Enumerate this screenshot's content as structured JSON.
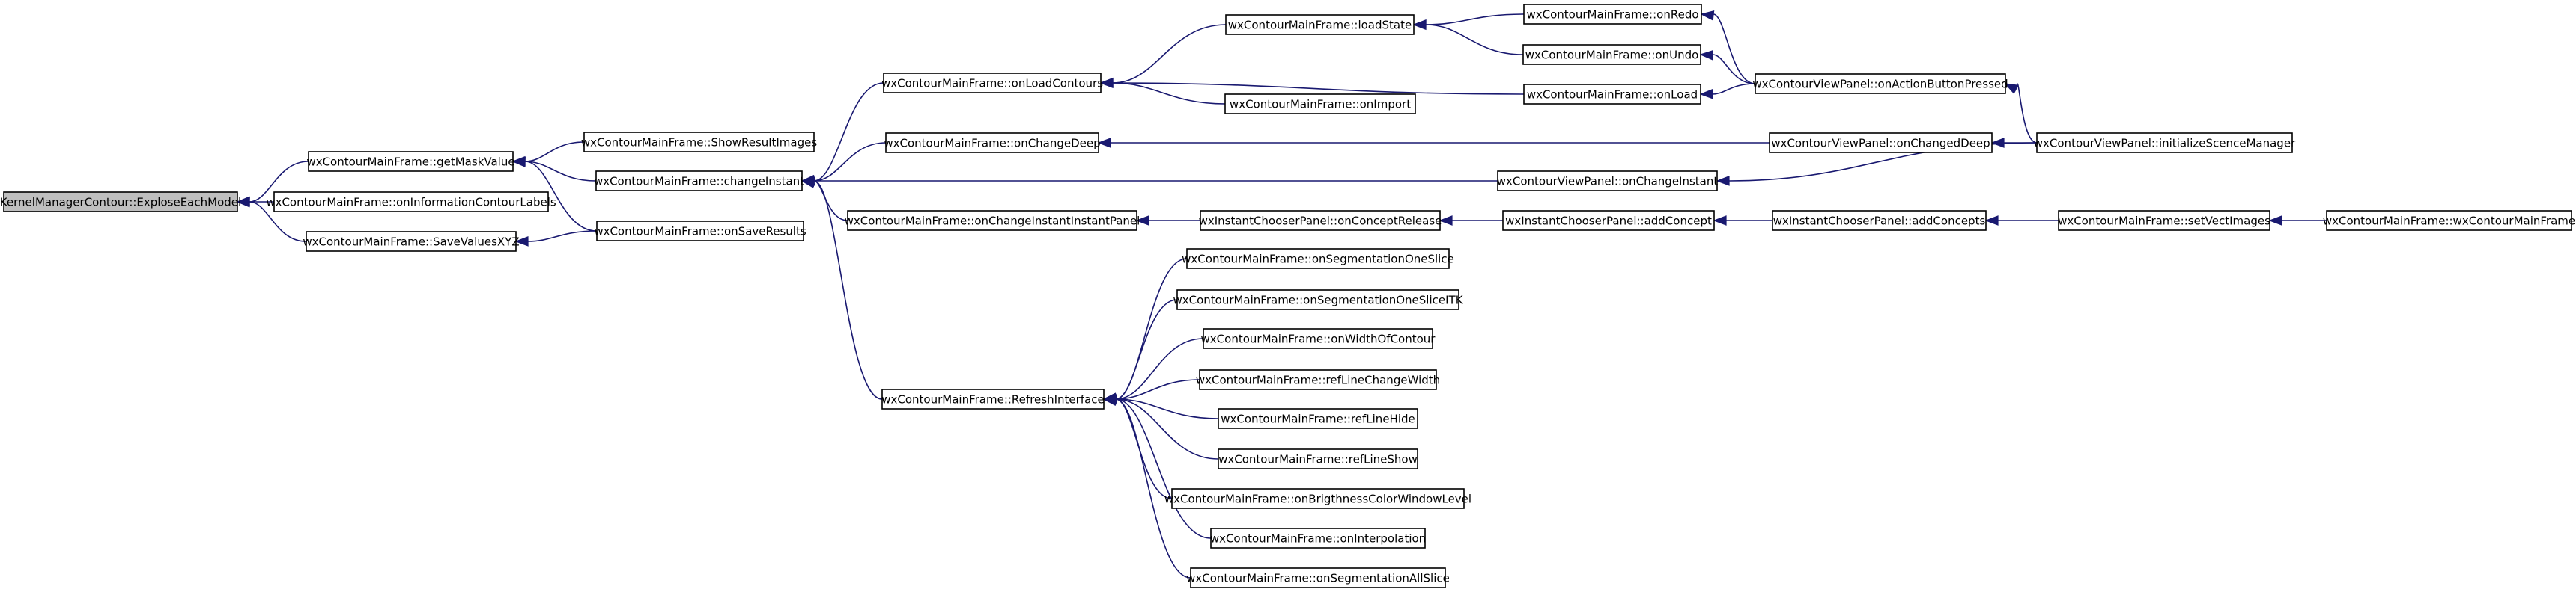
{
  "graph": {
    "colors": {
      "edge": "#191970",
      "node_border": "#000000",
      "root_fill": "#bfbfbf",
      "node_fill": "#ffffff"
    },
    "nodes": [
      {
        "id": "explose",
        "label": "KernelManagerContour::ExploseEachModel",
        "root": true
      },
      {
        "id": "getMaskValue",
        "label": "wxContourMainFrame::getMaskValue"
      },
      {
        "id": "onInfoLabels",
        "label": "wxContourMainFrame::onInformationContourLabels"
      },
      {
        "id": "saveValuesXYZ",
        "label": "wxContourMainFrame::SaveValuesXYZ"
      },
      {
        "id": "showResultImages",
        "label": "wxContourMainFrame::ShowResultImages"
      },
      {
        "id": "changeInstant",
        "label": "wxContourMainFrame::changeInstant"
      },
      {
        "id": "onSaveResults",
        "label": "wxContourMainFrame::onSaveResults"
      },
      {
        "id": "onLoadContours",
        "label": "wxContourMainFrame::onLoadContours"
      },
      {
        "id": "onChangeDeep",
        "label": "wxContourMainFrame::onChangeDeep"
      },
      {
        "id": "onChangeInstantPanel",
        "label": "wxContourMainFrame::onChangeInstantInstantPanel"
      },
      {
        "id": "refreshInterface",
        "label": "wxContourMainFrame::RefreshInterface"
      },
      {
        "id": "loadState",
        "label": "wxContourMainFrame::loadState"
      },
      {
        "id": "onImport",
        "label": "wxContourMainFrame::onImport"
      },
      {
        "id": "onRedo",
        "label": "wxContourMainFrame::onRedo"
      },
      {
        "id": "onUndo",
        "label": "wxContourMainFrame::onUndo"
      },
      {
        "id": "onLoad",
        "label": "wxContourMainFrame::onLoad"
      },
      {
        "id": "onActionButton",
        "label": "wxContourViewPanel::onActionButtonPressed"
      },
      {
        "id": "onChangedDeep",
        "label": "wxContourViewPanel::onChangedDeep"
      },
      {
        "id": "initScence",
        "label": "wxContourViewPanel::initializeScenceManager"
      },
      {
        "id": "viewOnChangeInstant",
        "label": "wxContourViewPanel::onChangeInstant"
      },
      {
        "id": "onConceptRelease",
        "label": "wxInstantChooserPanel::onConceptRelease"
      },
      {
        "id": "addConcept",
        "label": "wxInstantChooserPanel::addConcept"
      },
      {
        "id": "addConcepts",
        "label": "wxInstantChooserPanel::addConcepts"
      },
      {
        "id": "setVectImages",
        "label": "wxContourMainFrame::setVectImages"
      },
      {
        "id": "ctor",
        "label": "wxContourMainFrame::wxContourMainFrame"
      },
      {
        "id": "segOneSlice",
        "label": "wxContourMainFrame::onSegmentationOneSlice"
      },
      {
        "id": "segOneSliceITK",
        "label": "wxContourMainFrame::onSegmentationOneSliceITK"
      },
      {
        "id": "widthOfContour",
        "label": "wxContourMainFrame::onWidthOfContour"
      },
      {
        "id": "refLineChangeWidth",
        "label": "wxContourMainFrame::refLineChangeWidth"
      },
      {
        "id": "refLineHide",
        "label": "wxContourMainFrame::refLineHide"
      },
      {
        "id": "refLineShow",
        "label": "wxContourMainFrame::refLineShow"
      },
      {
        "id": "brightness",
        "label": "wxContourMainFrame::onBrigthnessColorWindowLevel"
      },
      {
        "id": "interpolation",
        "label": "wxContourMainFrame::onInterpolation"
      },
      {
        "id": "segAllSlice",
        "label": "wxContourMainFrame::onSegmentationAllSlice"
      }
    ],
    "edges": [
      {
        "from": "getMaskValue",
        "to": "explose"
      },
      {
        "from": "onInfoLabels",
        "to": "explose"
      },
      {
        "from": "saveValuesXYZ",
        "to": "explose"
      },
      {
        "from": "showResultImages",
        "to": "getMaskValue"
      },
      {
        "from": "changeInstant",
        "to": "getMaskValue"
      },
      {
        "from": "onSaveResults",
        "to": "getMaskValue"
      },
      {
        "from": "onSaveResults",
        "to": "saveValuesXYZ"
      },
      {
        "from": "onLoadContours",
        "to": "changeInstant"
      },
      {
        "from": "onChangeDeep",
        "to": "changeInstant"
      },
      {
        "from": "viewOnChangeInstant",
        "to": "changeInstant"
      },
      {
        "from": "onChangeInstantPanel",
        "to": "changeInstant"
      },
      {
        "from": "refreshInterface",
        "to": "changeInstant"
      },
      {
        "from": "loadState",
        "to": "onLoadContours"
      },
      {
        "from": "onLoad",
        "to": "onLoadContours"
      },
      {
        "from": "onImport",
        "to": "onLoadContours"
      },
      {
        "from": "onRedo",
        "to": "loadState"
      },
      {
        "from": "onUndo",
        "to": "loadState"
      },
      {
        "from": "onActionButton",
        "to": "onRedo"
      },
      {
        "from": "onActionButton",
        "to": "onUndo"
      },
      {
        "from": "onActionButton",
        "to": "onLoad"
      },
      {
        "from": "initScence",
        "to": "onActionButton"
      },
      {
        "from": "onChangedDeep",
        "to": "onChangeDeep"
      },
      {
        "from": "initScence",
        "to": "onChangedDeep"
      },
      {
        "from": "initScence",
        "to": "viewOnChangeInstant"
      },
      {
        "from": "onConceptRelease",
        "to": "onChangeInstantPanel"
      },
      {
        "from": "addConcept",
        "to": "onConceptRelease"
      },
      {
        "from": "addConcepts",
        "to": "addConcept"
      },
      {
        "from": "setVectImages",
        "to": "addConcepts"
      },
      {
        "from": "ctor",
        "to": "setVectImages"
      },
      {
        "from": "segOneSlice",
        "to": "refreshInterface"
      },
      {
        "from": "segOneSliceITK",
        "to": "refreshInterface"
      },
      {
        "from": "widthOfContour",
        "to": "refreshInterface"
      },
      {
        "from": "refLineChangeWidth",
        "to": "refreshInterface"
      },
      {
        "from": "refLineHide",
        "to": "refreshInterface"
      },
      {
        "from": "refLineShow",
        "to": "refreshInterface"
      },
      {
        "from": "brightness",
        "to": "refreshInterface"
      },
      {
        "from": "interpolation",
        "to": "refreshInterface"
      },
      {
        "from": "segAllSlice",
        "to": "refreshInterface"
      }
    ]
  }
}
